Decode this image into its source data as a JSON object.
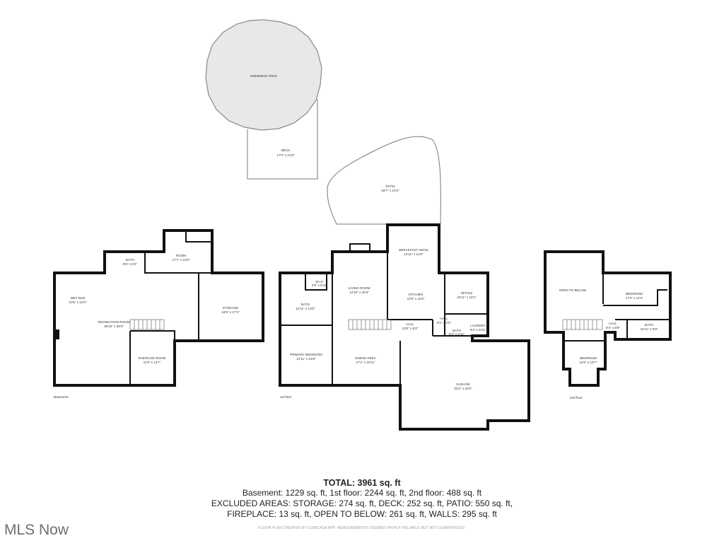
{
  "rooms": {
    "pool": "SWIMMING POOL",
    "deck_label": "DECK",
    "deck_dims": "17'0\" x 21'8\"",
    "patio_label": "PATIO",
    "patio_dims": "29'7\" x 21'8\"",
    "bath_b_label": "BATH",
    "bath_b_dims": "9'9\" x 5'2\"",
    "room_b_label": "ROOM",
    "room_b_dims": "17'7\" x 10'8\"",
    "wetbar_label": "WET BAR",
    "wetbar_dims": "10'5\" x 12'0\"",
    "rec_label": "RECREATION ROOM",
    "rec_dims": "36'10\" x 30'2\"",
    "storage_label": "STORAGE",
    "storage_dims": "16'6\" x 17'3\"",
    "exercise_label": "EXERCISE ROOM",
    "exercise_dims": "11'0\" x 13'7\"",
    "wic_label": "W.I.C",
    "wic_dims": "4'9\" x 6'10\"",
    "bath1_label": "BATH",
    "bath1_dims": "12'11\" x 13'0\"",
    "primary_label": "PRIMARY BEDROOM",
    "primary_dims": "12'11\" x 15'5\"",
    "living_label": "LIVING ROOM",
    "living_dims": "14'10\" x 20'4\"",
    "nook_label": "BREAKFAST NOOK",
    "nook_dims": "12'11\" x 12'0\"",
    "kitchen_label": "KITCHEN",
    "kitchen_dims": "14'5\" x 11'8\"",
    "office_label": "OFFICE",
    "office_dims": "10'11\" x 10'1\"",
    "hall1_label": "HALL",
    "hall1_dims": "10'0\" x 6'2\"",
    "hall2_label": "HALL",
    "hall2_dims": "9'1\" x 4'0\"",
    "bath2_label": "BATH",
    "bath2_dims": "5'4\" x 2'11\"",
    "laundry_label": "LAUNDRY",
    "laundry_dims": "6'3\" x 6'11\"",
    "dining_label": "DINING AREA",
    "dining_dims": "17'4\" x 10'11\"",
    "garage_label": "GARAGE",
    "garage_dims": "33'2\" x 22'5\"",
    "open_label": "OPEN TO BELOW",
    "bedroom_a_label": "BEDROOM",
    "bedroom_a_dims": "17'3\" x 11'3\"",
    "hall3_label": "HALL",
    "hall3_dims": "6'4\" x 8'9\"",
    "bath3_label": "BATH",
    "bath3_dims": "10'11\" x 5'8\"",
    "bedroom_b_label": "BEDROOM",
    "bedroom_b_dims": "12'6\" x 10'7\""
  },
  "floors": {
    "basement": "Basement",
    "first": "1st floor",
    "second": "2nd floor"
  },
  "summary": {
    "total": "TOTAL: 3961 sq. ft",
    "line1": "Basement: 1229 sq. ft, 1st floor: 2244 sq. ft, 2nd floor: 488 sq. ft",
    "line2": "EXCLUDED AREAS: STORAGE: 274 sq. ft, DECK: 252 sq. ft, PATIO: 550 sq. ft,",
    "line3": "FIREPLACE: 13 sq. ft, OPEN TO BELOW: 261 sq. ft, WALLS: 295 sq. ft"
  },
  "disclaimer": "FLOOR PLAN CREATED BY CUBICASA APP. MEASUREMENTS DEEMED HIGHLY RELIABLE BUT NOT GUARANTEED.",
  "watermark": "MLS Now"
}
